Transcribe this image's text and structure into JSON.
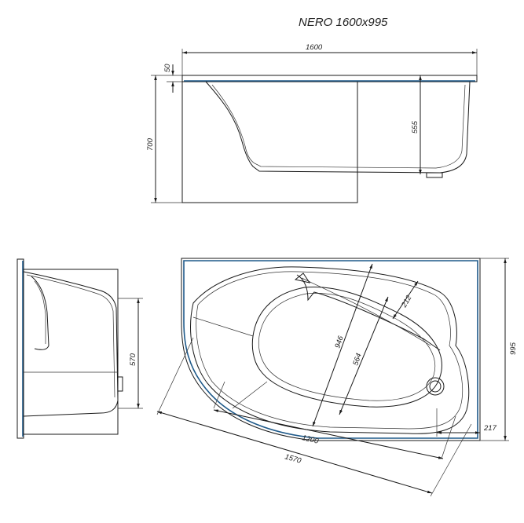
{
  "title": "NERO 1600x995",
  "dimensions": {
    "top_width": "1600",
    "rim": "50",
    "height": "700",
    "depth": "555",
    "side_depth": "570",
    "plan_depth": "995",
    "offset": "217",
    "basin_length": "1200",
    "overall_length": "1570",
    "diag_outer": "946",
    "diag_inner": "564",
    "basin_rim": "212"
  }
}
